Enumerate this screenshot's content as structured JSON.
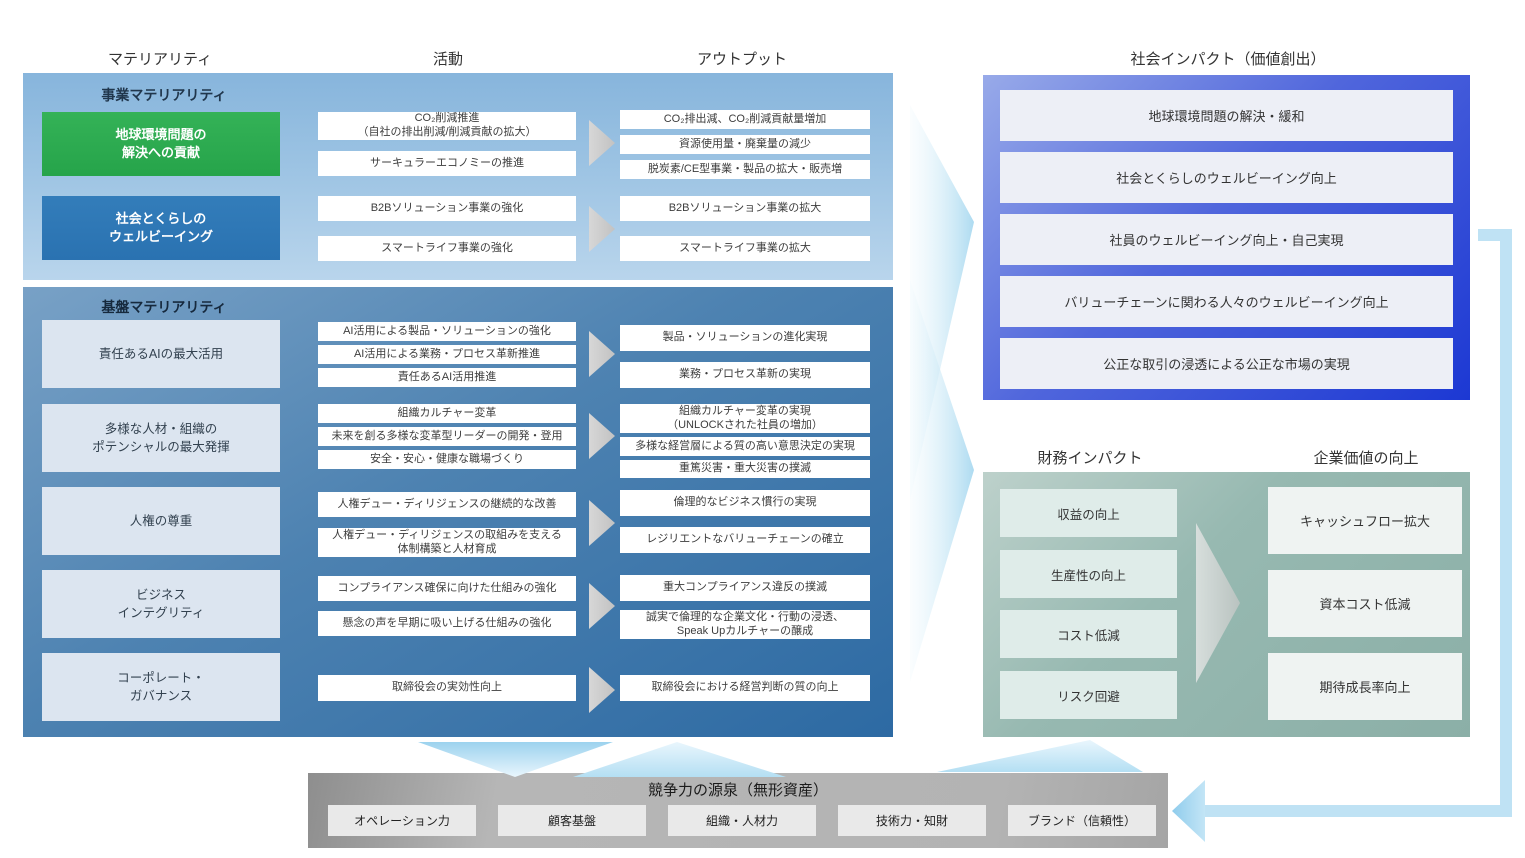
{
  "headers": {
    "materiality": "マテリアリティ",
    "activities": "活動",
    "output": "アウトプット",
    "social_impact": "社会インパクト（価値創出）",
    "financial_impact": "財務インパクト",
    "corporate_value": "企業価値の向上"
  },
  "business": {
    "label": "事業マテリアリティ",
    "materialities": [
      "地球環境問題の\n解決への貢献",
      "社会とくらしの\nウェルビーイング"
    ],
    "activities": [
      "CO₂削減推進\n（自社の排出削減/削減貢献の拡大）",
      "サーキュラーエコノミーの推進",
      "B2Bソリューション事業の強化",
      "スマートライフ事業の強化"
    ],
    "outputs": [
      "CO₂排出減、CO₂削減貢献量増加",
      "資源使用量・廃棄量の減少",
      "脱炭素/CE型事業・製品の拡大・販売増",
      "B2Bソリューション事業の拡大",
      "スマートライフ事業の拡大"
    ]
  },
  "foundation": {
    "label": "基盤マテリアリティ",
    "materialities": [
      "責任あるAIの最大活用",
      "多様な人材・組織の\nポテンシャルの最大発揮",
      "人権の尊重",
      "ビジネス\nインテグリティ",
      "コーポレート・\nガバナンス"
    ],
    "activities": [
      "AI活用による製品・ソリューションの強化",
      "AI活用による業務・プロセス革新推進",
      "責任あるAI活用推進",
      "組織カルチャー変革",
      "未来を創る多様な変革型リーダーの開発・登用",
      "安全・安心・健康な職場づくり",
      "人権デュー・ディリジェンスの継続的な改善",
      "人権デュー・ディリジェンスの取組みを支える\n体制構築と人材育成",
      "コンプライアンス確保に向けた仕組みの強化",
      "懸念の声を早期に吸い上げる仕組みの強化",
      "取締役会の実効性向上"
    ],
    "outputs": [
      "製品・ソリューションの進化実現",
      "業務・プロセス革新の実現",
      "組織カルチャー変革の実現\n（UNLOCKされた社員の増加）",
      "多様な経営層による質の高い意思決定の実現",
      "重篤災害・重大災害の撲滅",
      "倫理的なビジネス慣行の実現",
      "レジリエントなバリューチェーンの確立",
      "重大コンプライアンス違反の撲滅",
      "誠実で倫理的な企業文化・行動の浸透、\nSpeak Upカルチャーの醸成",
      "取締役会における経営判断の質の向上"
    ]
  },
  "social_impact": {
    "items": [
      "地球環境問題の解決・緩和",
      "社会とくらしのウェルビーイング向上",
      "社員のウェルビーイング向上・自己実現",
      "バリューチェーンに関わる人々のウェルビーイング向上",
      "公正な取引の浸透による公正な市場の実現"
    ]
  },
  "financial_impact": {
    "items": [
      "収益の向上",
      "生産性の向上",
      "コスト低減",
      "リスク回避"
    ]
  },
  "corporate_value": {
    "items": [
      "キャッシュフロー拡大",
      "資本コスト低減",
      "期待成長率向上"
    ]
  },
  "competitiveness": {
    "title": "競争力の源泉（無形資産）",
    "items": [
      "オペレーション力",
      "顧客基盤",
      "組織・人材力",
      "技術力・知財",
      "ブランド（信頼性）"
    ]
  },
  "colors": {
    "green_box": "#2bab50",
    "blue_box": "#2e77b5",
    "business_panel": "#9cc3e3",
    "foundation_panel": "#3d77ab",
    "social_panel": "#2240d6",
    "financial_panel": "#93b6ae",
    "bar_panel": "#b2b2b2",
    "flow_arrow": "#a9d9f0"
  }
}
